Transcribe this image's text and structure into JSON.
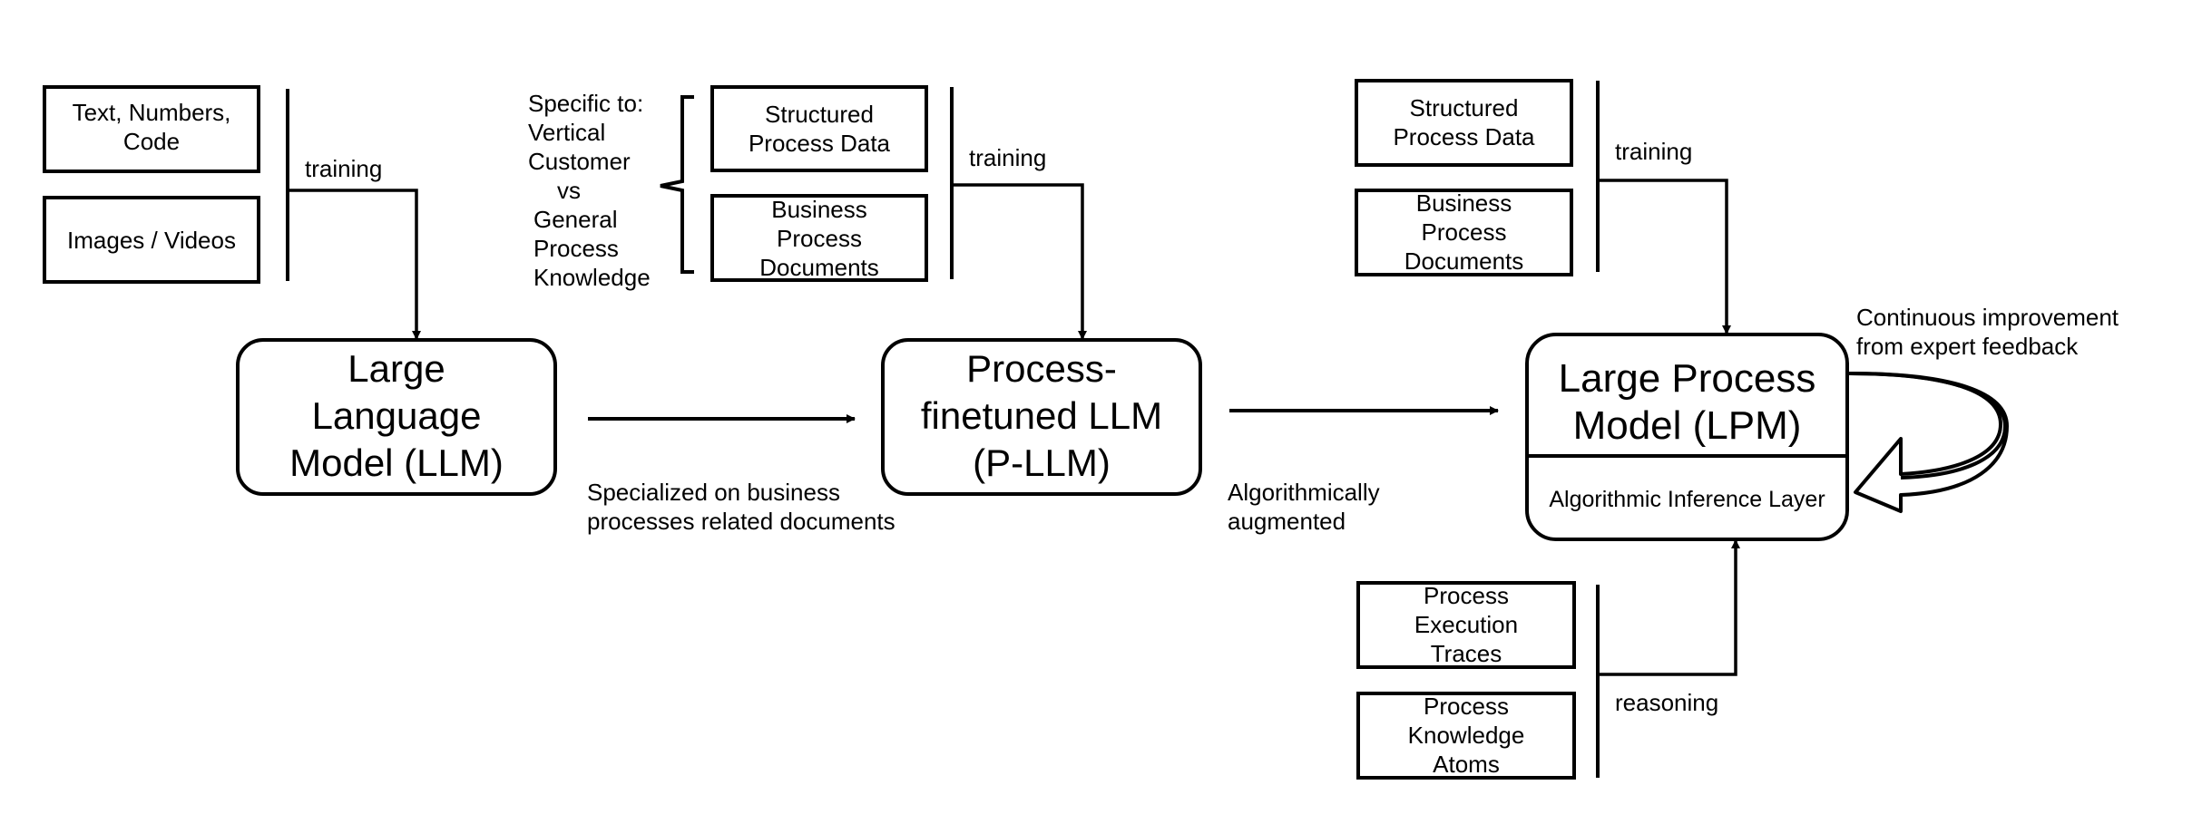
{
  "inputs_llm": {
    "box1": [
      "Text, Numbers,",
      "Code"
    ],
    "box2": [
      "Images / Videos"
    ],
    "edge_label": "training"
  },
  "llm_box": [
    "Large",
    "Language",
    "Model (LLM)"
  ],
  "arrow1_label": [
    "Specialized on business",
    "processes related documents"
  ],
  "specific": [
    "Specific to:",
    "Vertical",
    "Customer",
    "vs",
    "General",
    "Process",
    "Knowledge"
  ],
  "inputs_pllm": {
    "box1": [
      "Structured",
      "Process Data"
    ],
    "box2": [
      "Business",
      "Process",
      "Documents"
    ],
    "edge_label": "training"
  },
  "pllm_box": [
    "Process-",
    "finetuned LLM",
    "(P-LLM)"
  ],
  "arrow2_label": [
    "Algorithmically",
    "augmented"
  ],
  "inputs_lpm": {
    "box1": [
      "Structured",
      "Process Data"
    ],
    "box2": [
      "Business",
      "Process",
      "Documents"
    ],
    "edge_label": "training"
  },
  "lpm_box": {
    "title": [
      "Large Process",
      "Model (LPM)"
    ],
    "layer": "Algorithmic Inference Layer"
  },
  "feedback": [
    "Continuous improvement",
    "from expert feedback"
  ],
  "reasoning_inputs": {
    "box1": [
      "Process",
      "Execution",
      "Traces"
    ],
    "box2": [
      "Process",
      "Knowledge",
      "Atoms"
    ],
    "edge_label": "reasoning"
  }
}
